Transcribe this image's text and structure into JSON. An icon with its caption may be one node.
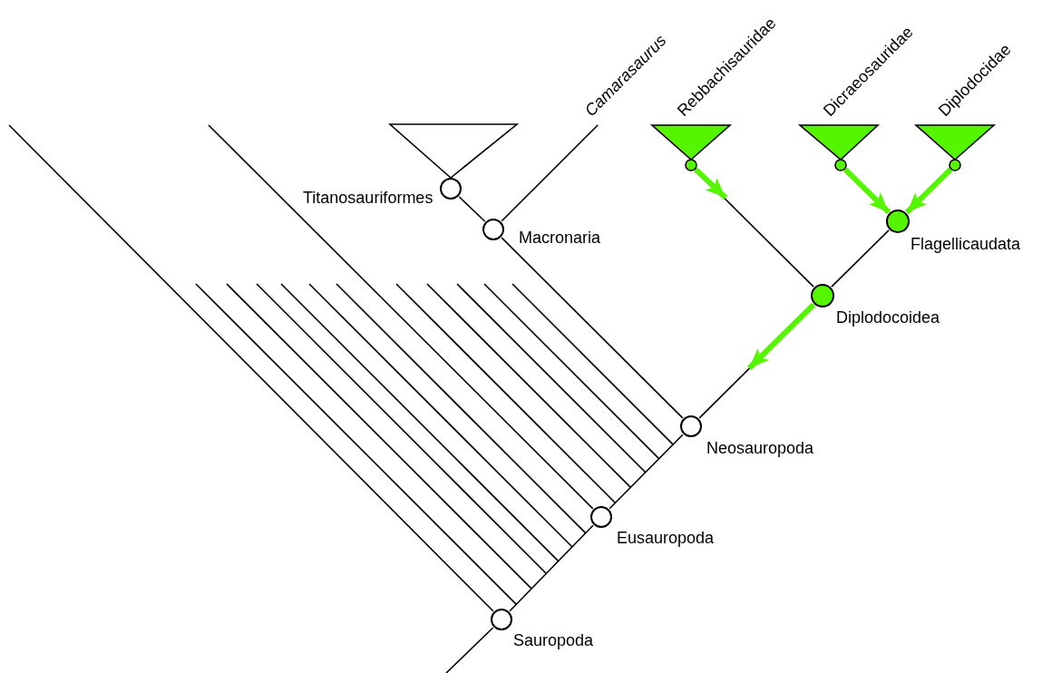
{
  "diagram": {
    "nodes": [
      {
        "text": [
          "Camarasaurus"
        ]
      },
      {
        "text": [
          "Rebbachisauridae"
        ]
      },
      {
        "text": [
          "Dicraeosauridae"
        ]
      },
      {
        "text": [
          "Diplodocidae"
        ]
      },
      {
        "text": [],
        "shape": "triangle"
      },
      {
        "text": [
          "Titanosauriformes"
        ]
      },
      {
        "text": [
          "Flagellicaudata"
        ]
      },
      {
        "text": [
          "Macronaria"
        ]
      },
      {
        "text": [
          "Diplodocoidea"
        ]
      },
      {
        "text": [
          "Neosauropoda"
        ]
      },
      {
        "text": [
          "Eusauropoda"
        ]
      },
      {
        "text": [
          "Sauropoda"
        ]
      }
    ],
    "edges": [
      {
        "from": null,
        "to": 11,
        "arrow": "none"
      },
      {
        "from": 11,
        "to": null,
        "arrow": "none"
      },
      {
        "from": 11,
        "to": 10,
        "arrow": "none"
      },
      {
        "from": null,
        "to": 10,
        "arrow": "none"
      },
      {
        "from": 10,
        "to": 9,
        "arrow": "none"
      },
      {
        "from": 7,
        "to": 9,
        "arrow": "none"
      },
      {
        "from": 5,
        "to": 7,
        "arrow": "none"
      },
      {
        "from": 0,
        "to": 7,
        "arrow": "none"
      },
      {
        "from": 8,
        "to": 9,
        "arrow": "none"
      },
      {
        "from": 8,
        "to": null,
        "arrow": "to",
        "style": "thick",
        "color": "#55f500"
      },
      {
        "from": 1,
        "to": 8,
        "arrow": "none"
      },
      {
        "from": 1,
        "to": null,
        "arrow": "to",
        "style": "thick",
        "color": "#55f500"
      },
      {
        "from": 6,
        "to": 8,
        "arrow": "none"
      },
      {
        "from": 2,
        "to": 6,
        "arrow": "to",
        "style": "thick",
        "color": "#55f500"
      },
      {
        "from": 3,
        "to": 6,
        "arrow": "to",
        "style": "thick",
        "color": "#55f500"
      }
    ]
  }
}
